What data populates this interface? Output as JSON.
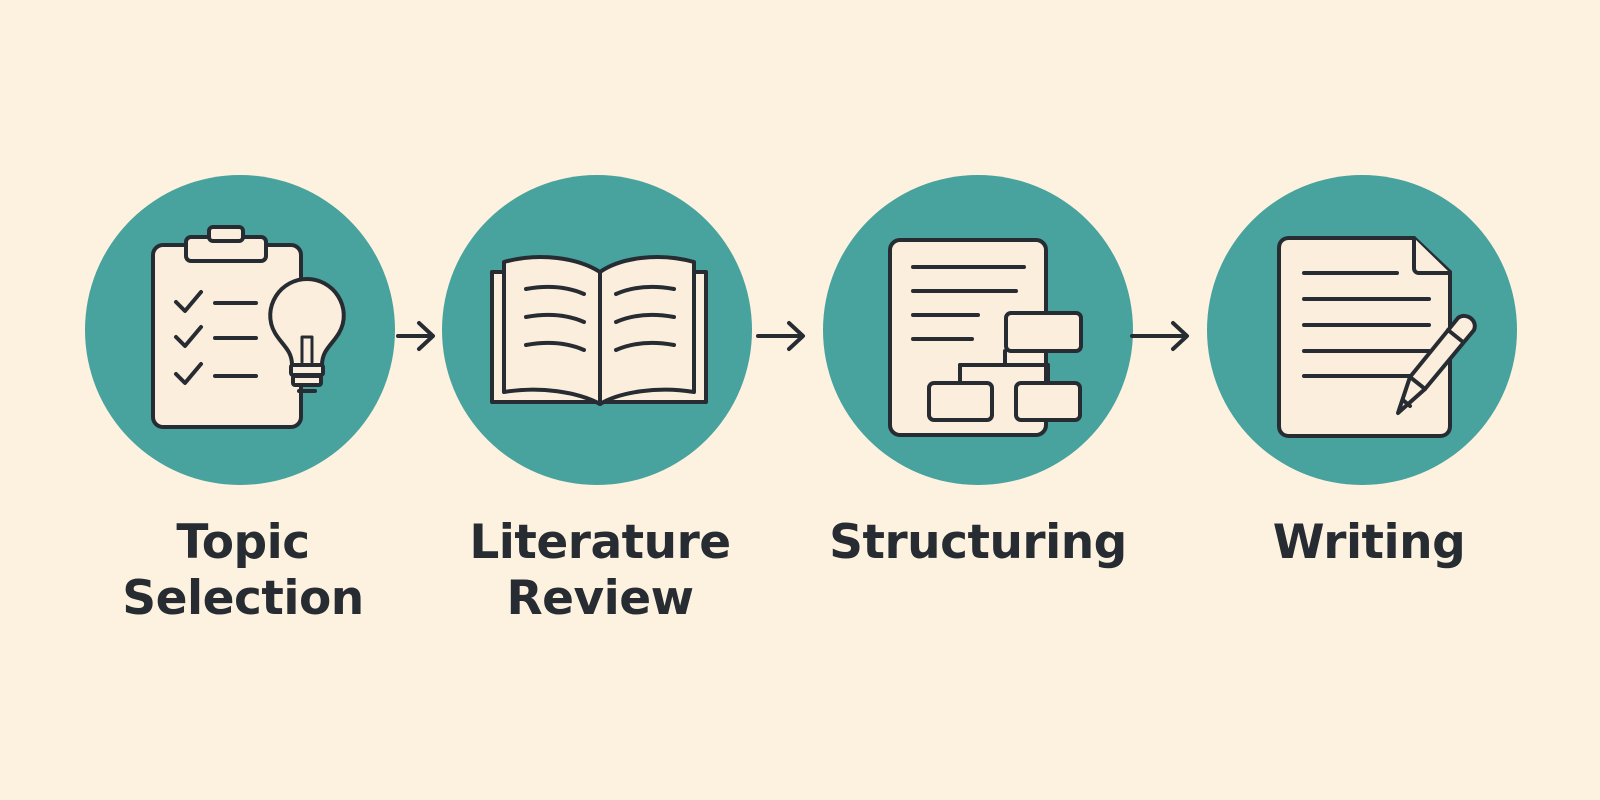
{
  "colors": {
    "background": "#FDF2DF",
    "circle": "#48A29D",
    "icon_fill": "#FCEEDC",
    "stroke": "#272C33",
    "text": "#272C33"
  },
  "steps": [
    {
      "label": "Topic\nSelection",
      "icon": "clipboard-lightbulb-icon"
    },
    {
      "label": "Literature\nReview",
      "icon": "open-book-icon"
    },
    {
      "label": "Structuring",
      "icon": "document-structure-icon"
    },
    {
      "label": "Writing",
      "icon": "document-pencil-icon"
    }
  ],
  "connectors": [
    {
      "icon": "arrow-right-icon",
      "from": "Topic Selection",
      "to": "Literature Review"
    },
    {
      "icon": "arrow-right-icon",
      "from": "Literature Review",
      "to": "Structuring"
    },
    {
      "icon": "arrow-right-icon",
      "from": "Structuring",
      "to": "Writing"
    }
  ]
}
